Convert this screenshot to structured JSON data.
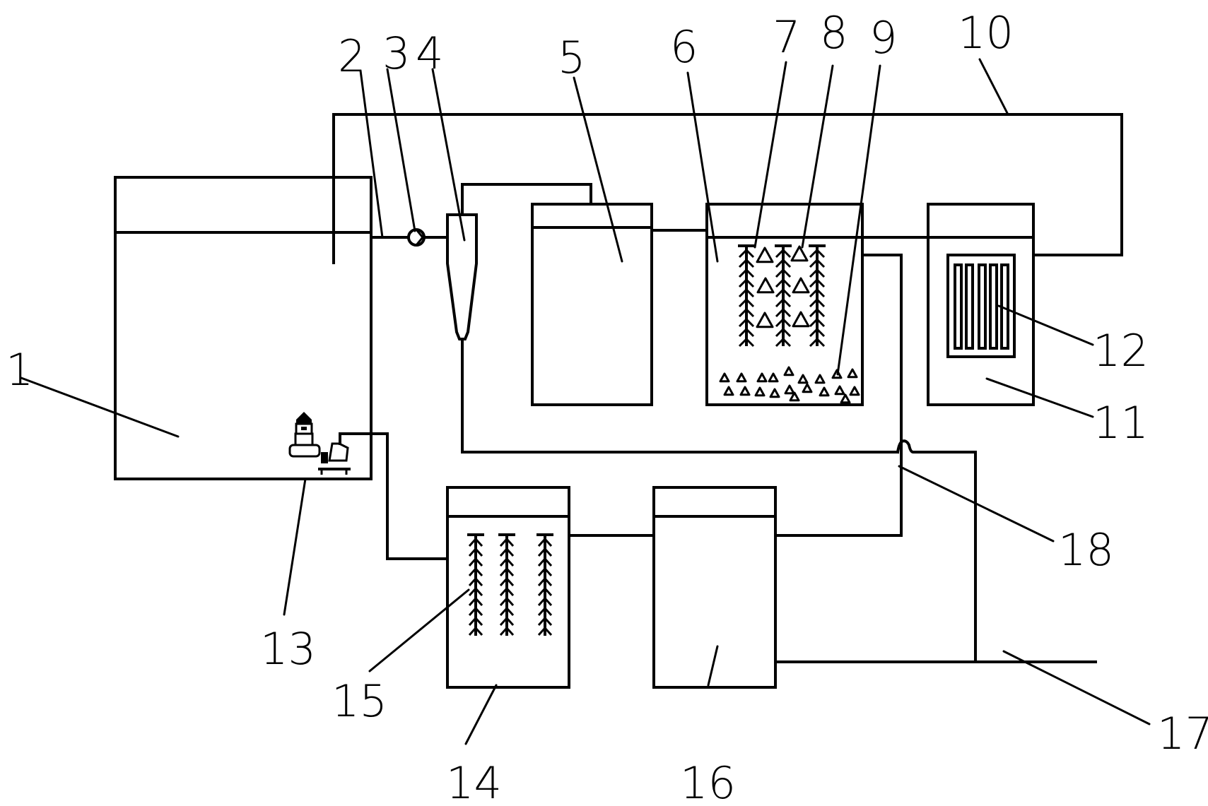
{
  "diagram": {
    "type": "process-flow schematic (wastewater treatment system)",
    "line_color": "#000000",
    "background": "#ffffff",
    "callouts": [
      {
        "id": "1",
        "text": "1",
        "target": "storage-tank"
      },
      {
        "id": "2",
        "text": "2",
        "target": "inlet-pipe"
      },
      {
        "id": "3",
        "text": "3",
        "target": "pipeline-pump"
      },
      {
        "id": "4",
        "text": "4",
        "target": "hydrocyclone"
      },
      {
        "id": "5",
        "text": "5",
        "target": "tank-5"
      },
      {
        "id": "6",
        "text": "6",
        "target": "tank-6"
      },
      {
        "id": "7",
        "text": "7",
        "target": "biofilm-carrier-curtain"
      },
      {
        "id": "8",
        "text": "8",
        "target": "suspended-media"
      },
      {
        "id": "9",
        "text": "9",
        "target": "settled-media"
      },
      {
        "id": "10",
        "text": "10",
        "target": "return-pipe"
      },
      {
        "id": "11",
        "text": "11",
        "target": "membrane-tank"
      },
      {
        "id": "12",
        "text": "12",
        "target": "membrane-module"
      },
      {
        "id": "13",
        "text": "13",
        "target": "submersible-pump"
      },
      {
        "id": "14",
        "text": "14",
        "target": "tank-14"
      },
      {
        "id": "15",
        "text": "15",
        "target": "carrier-curtain"
      },
      {
        "id": "16",
        "text": "16",
        "target": "tank-16"
      },
      {
        "id": "17",
        "text": "17",
        "target": "discharge-pipe"
      },
      {
        "id": "18",
        "text": "18",
        "target": "crossover-pipe"
      }
    ]
  }
}
